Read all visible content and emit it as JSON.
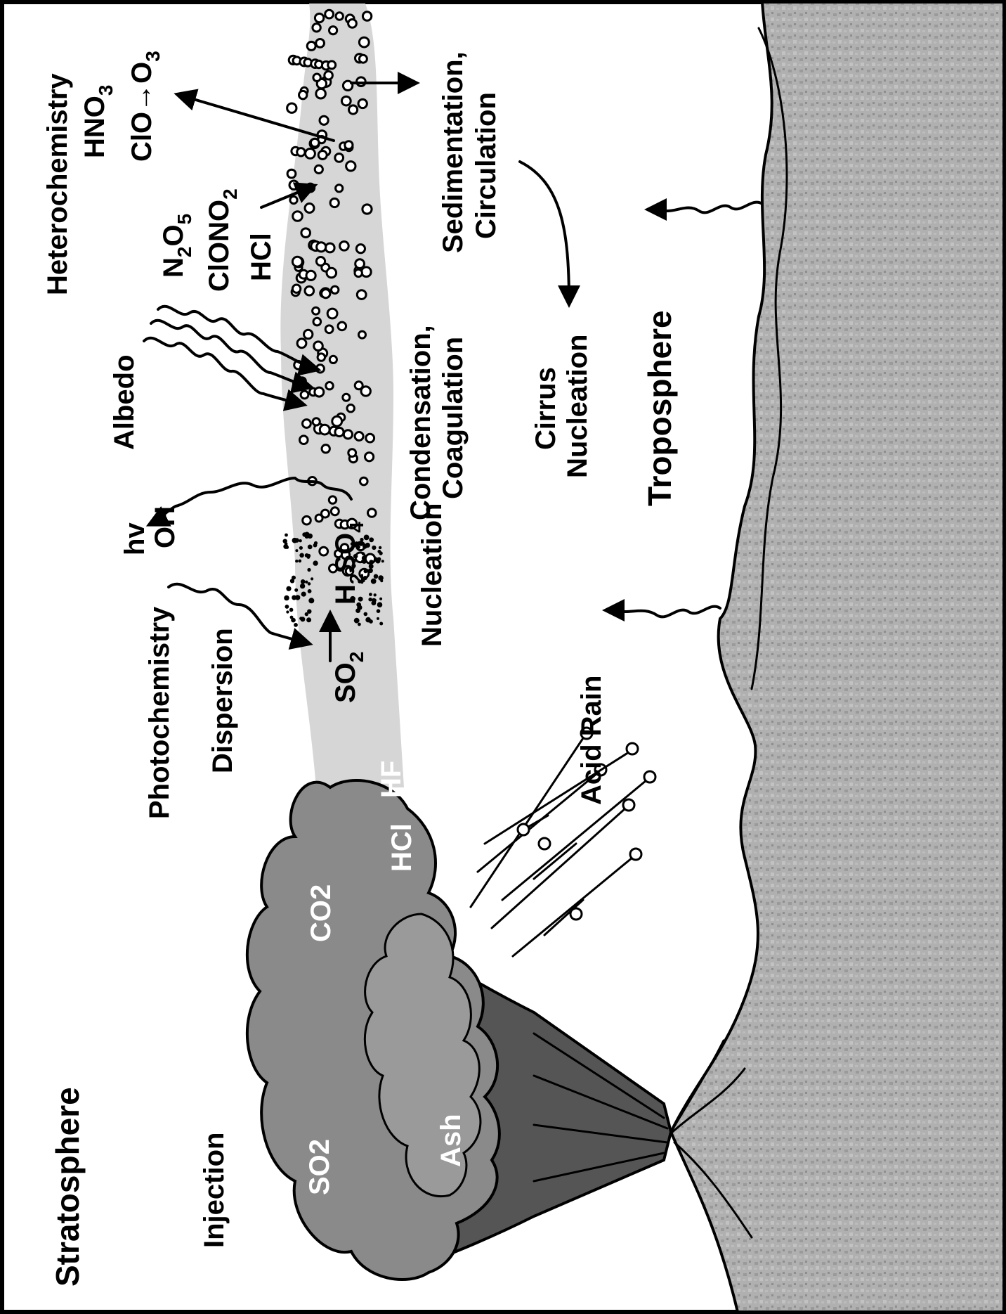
{
  "regions": {
    "upper": "Stratosphere",
    "lower": "Troposphere"
  },
  "labels": {
    "injection": "Injection",
    "photochemistry": "Photochemistry",
    "hv": "hv",
    "oh": "OH",
    "dispersion": "Dispersion",
    "albedo": "Albedo",
    "heterochemistry": "Heterochemistry",
    "nucleation": "Nucleation",
    "condensation": "Condensation,",
    "coagulation": "Coagulation",
    "sedimentation": "Sedimentation,",
    "circulation": "Circulation",
    "cirrus": "Cirrus",
    "cirrus_nucleation": "Nucleation",
    "acid_rain": "Acid Rain"
  },
  "chemistry": {
    "hno3": "HNO3",
    "clo_o3": "ClO→O3",
    "n2o5": "N2O5",
    "clono2": "ClONO2",
    "hcl_gas": "HCl",
    "so2_to_h2so4": "SO2→H2SO4"
  },
  "cloud_species": [
    "SO2",
    "CO2",
    "HF",
    "HCl",
    "Ash"
  ],
  "colors": {
    "cloud": "#8a8a8a",
    "cloud_dark": "#6a6a6a",
    "plume": "#d4d4d4",
    "ground": "#a8a8a8",
    "outline": "#000000"
  }
}
